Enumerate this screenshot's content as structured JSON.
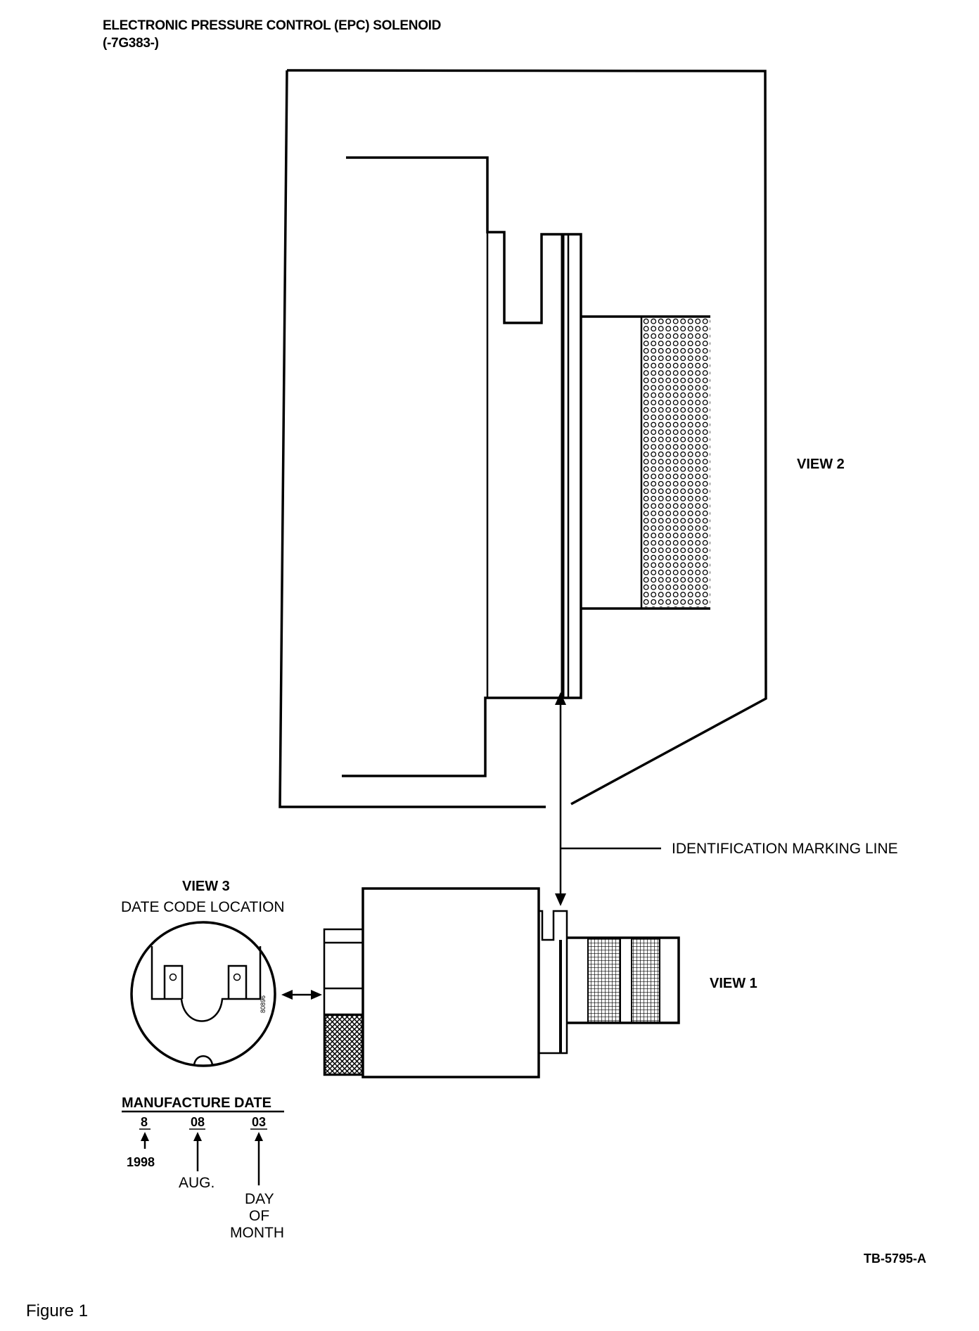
{
  "title": "ELECTRONIC PRESSURE CONTROL (EPC) SOLENOID",
  "part_number": "(-7G383-)",
  "labels": {
    "view_1": "VIEW 1",
    "view_2": "VIEW 2",
    "view_3": "VIEW 3",
    "view_3_subtitle": "DATE CODE LOCATION",
    "identification_marking_line": "IDENTIFICATION MARKING LINE",
    "date_code_stamp": "80896"
  },
  "manufacture_date": {
    "heading": "MANUFACTURE DATE",
    "year_code": "8",
    "month_code": "08",
    "day_code": "03",
    "year_meaning": "1998",
    "month_meaning": "AUG.",
    "day_meaning_1": "DAY",
    "day_meaning_2": "OF",
    "day_meaning_3": "MONTH"
  },
  "drawing_number": "TB-5795-A",
  "figure_caption": "Figure 1"
}
